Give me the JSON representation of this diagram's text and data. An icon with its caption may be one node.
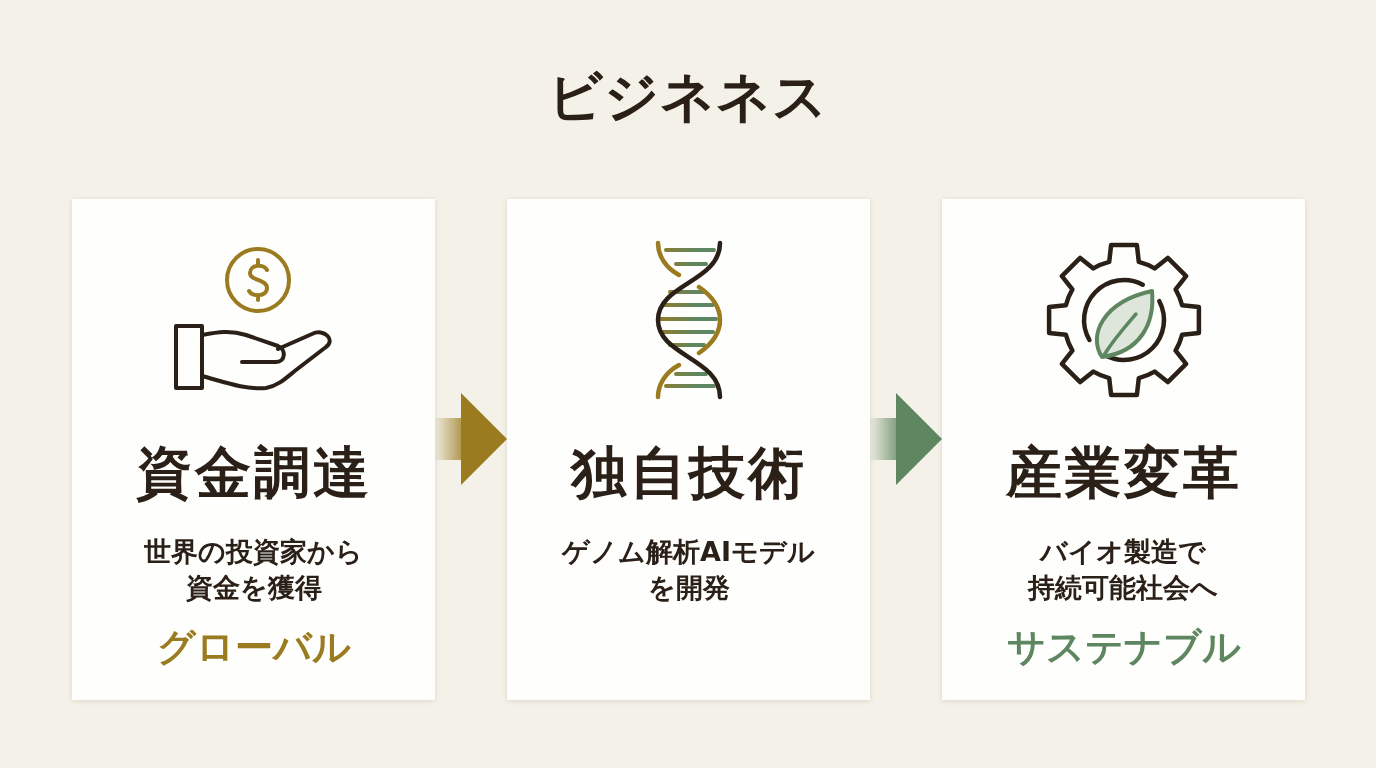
{
  "diagram": {
    "title": "ビジネネス",
    "nodes": [
      {
        "text": [
          "資金調達",
          "世界の投資家から資金を獲得",
          "グローバル"
        ]
      },
      {
        "text": [
          "独自技術",
          "ゲノム解析AIモデルを開発"
        ]
      },
      {
        "text": [
          "産業変革",
          "バイオ製造で持続可能社会へ",
          "サステナブル"
        ]
      }
    ],
    "edges": [
      {
        "from": 0,
        "to": 1,
        "arrow": "to",
        "style": "thick",
        "color": "#9b7b1f"
      },
      {
        "from": 1,
        "to": 2,
        "arrow": "to",
        "style": "thick",
        "color": "#5e8660"
      }
    ]
  }
}
